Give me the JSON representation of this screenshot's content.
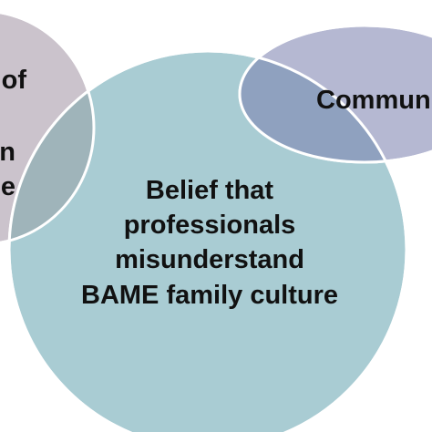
{
  "diagram": {
    "colors": {
      "main_fill": "#a9ccd3",
      "left_fill": "#cbc3cc",
      "right_fill": "#b5b8d2",
      "right_overlap_fill": "#8fa1bf",
      "left_overlap_fill": "#9fb4ba",
      "outline": "#ffffff"
    },
    "circles": {
      "main": {
        "lines": [
          "Belief that",
          "professionals",
          "misunderstand",
          "BAME family culture"
        ]
      },
      "left": {
        "lines": [
          "of",
          "n",
          "e"
        ]
      },
      "right": {
        "lines": [
          "Commun"
        ]
      }
    }
  }
}
